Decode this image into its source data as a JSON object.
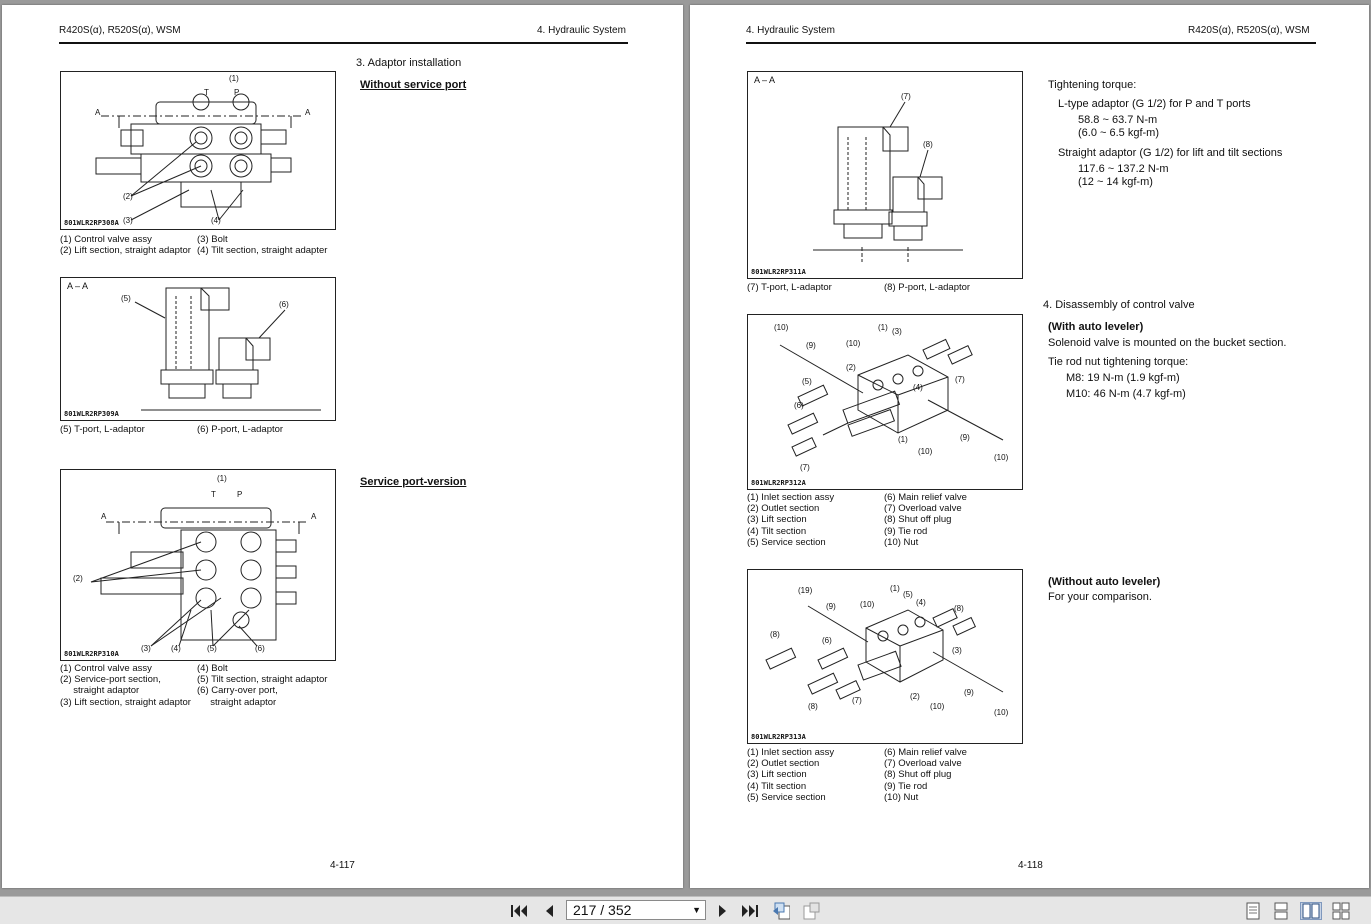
{
  "left_page": {
    "header_left": "R420S(α), R520S(α), WSM",
    "header_right": "4. Hydraulic System",
    "section_heading": "3.  Adaptor installation",
    "subheading_without": "Without service port",
    "subheading_service": "Service port-version",
    "page_number": "4-117",
    "fig1": {
      "id": "801WLR2RP308A",
      "section_label": "A",
      "callouts": [
        "(1)",
        "T",
        "P",
        "(2)",
        "(3)",
        "(4)"
      ],
      "caption_col1": [
        "(1) Control valve assy",
        "(2) Lift section, straight adaptor"
      ],
      "caption_col2": [
        "(3) Bolt",
        "(4) Tilt section, straight adapter"
      ]
    },
    "fig2": {
      "id": "801WLR2RP309A",
      "view_label": "A – A",
      "callouts": [
        "(5)",
        "(6)"
      ],
      "caption_col1": [
        "(5) T-port, L-adaptor"
      ],
      "caption_col2": [
        "(6) P-port, L-adaptor"
      ]
    },
    "fig3": {
      "id": "801WLR2RP310A",
      "section_label": "A",
      "callouts": [
        "(1)",
        "T",
        "P",
        "(2)",
        "(3)",
        "(4)",
        "(5)",
        "(6)"
      ],
      "caption_col1": [
        "(1) Control valve assy",
        "(2) Service-port section,",
        "     straight adaptor",
        "(3) Lift section, straight adaptor"
      ],
      "caption_col2": [
        "(4) Bolt",
        "(5) Tilt section, straight adaptor",
        "(6) Carry-over port,",
        "     straight adaptor"
      ]
    }
  },
  "right_page": {
    "header_left": "4.  Hydraulic System",
    "header_right": "R420S(α), R520S(α), WSM",
    "page_number": "4-118",
    "fig4": {
      "id": "801WLR2RP311A",
      "view_label": "A – A",
      "callouts": [
        "(7)",
        "(8)"
      ],
      "caption_col1": [
        "(7) T-port, L-adaptor"
      ],
      "caption_col2": [
        "(8) P-port, L-adaptor"
      ]
    },
    "torque": {
      "title": "Tightening torque:",
      "l_type": "L-type adaptor (G 1/2) for P and T ports",
      "l_nm": "58.8 ~ 63.7 N-m",
      "l_kgf": "(6.0 ~ 6.5 kgf-m)",
      "straight": "Straight adaptor (G 1/2) for lift and tilt sections",
      "s_nm": "117.6 ~ 137.2 N-m",
      "s_kgf": "(12 ~ 14 kgf-m)"
    },
    "disassembly": {
      "heading": "4.  Disassembly of control valve",
      "with_heading": "(With auto leveler)",
      "with_text": "Solenoid valve is mounted on the bucket section.",
      "tie_rod": "Tie rod nut tightening torque:",
      "m8": "M8: 19 N-m (1.9 kgf-m)",
      "m10": "M10: 46 N-m (4.7 kgf-m)",
      "without_heading": "(Without auto leveler)",
      "without_text": "For your comparison."
    },
    "fig5": {
      "id": "801WLR2RP312A",
      "callouts": [
        "(10)",
        "(9)",
        "(10)",
        "(1)",
        "(3)",
        "(5)",
        "(6)",
        "(7)",
        "(4)",
        "(2)",
        "(1)",
        "(10)",
        "(9)",
        "(10)",
        "(7)"
      ],
      "caption_col1": [
        "(1) Inlet section assy",
        "(2) Outlet section",
        "(3) Lift section",
        "(4) Tilt section",
        "(5) Service section"
      ],
      "caption_col2": [
        "(6) Main relief valve",
        "(7) Overload valve",
        "(8) Shut off plug",
        "(9) Tie rod",
        "(10) Nut"
      ]
    },
    "fig6": {
      "id": "801WLR2RP313A",
      "callouts": [
        "(19)",
        "(9)",
        "(10)",
        "(1)",
        "(5)",
        "(4)",
        "(8)",
        "(8)",
        "(6)",
        "(3)",
        "(8)",
        "(7)",
        "(2)",
        "(10)",
        "(9)",
        "(10)"
      ],
      "caption_col1": [
        "(1) Inlet section assy",
        "(2) Outlet section",
        "(3) Lift section",
        "(4) Tilt section",
        "(5) Service section"
      ],
      "caption_col2": [
        "(6) Main relief valve",
        "(7) Overload valve",
        "(8) Shut off plug",
        "(9) Tie rod",
        "(10) Nut"
      ]
    }
  },
  "toolbar": {
    "page_indicator": "217 / 352",
    "icons": [
      "first-page-icon",
      "prev-page-icon",
      "next-page-icon",
      "last-page-icon",
      "go-back-icon",
      "go-forward-icon",
      "single-page-view-icon",
      "continuous-view-icon",
      "two-page-view-icon",
      "two-page-continuous-view-icon"
    ]
  }
}
